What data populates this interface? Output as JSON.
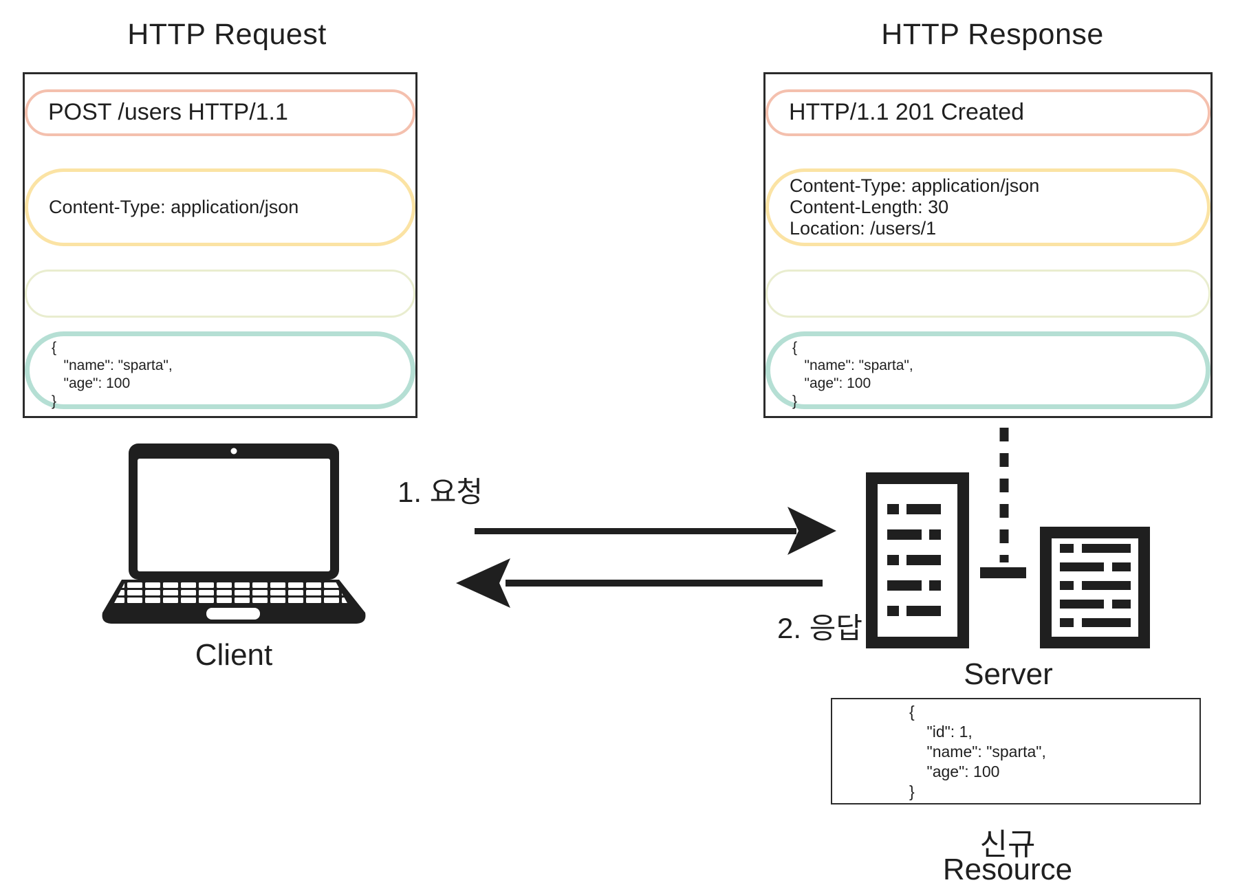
{
  "request": {
    "title": "HTTP Request",
    "start_line": "POST /users HTTP/1.1",
    "header_line": "Content-Type: application/json",
    "body": "{\n   \"name\": \"sparta\",\n   \"age\": 100\n}"
  },
  "response": {
    "title": "HTTP Response",
    "status_line": "HTTP/1.1 201 Created",
    "headers": [
      "Content-Type: application/json",
      "Content-Length: 30",
      "Location: /users/1"
    ],
    "body": "{\n   \"name\": \"sparta\",\n   \"age\": 100\n}"
  },
  "flow": {
    "request_label": "1. 요청",
    "response_label": "2. 응답"
  },
  "client": {
    "label": "Client"
  },
  "server": {
    "label": "Server"
  },
  "resource": {
    "body": "{\n    \"id\": 1,\n    \"name\": \"sparta\",\n    \"age\": 100\n}",
    "label_line1": "신규",
    "label_line2": "Resource"
  },
  "colors": {
    "start_line_border": "#f4c0ae",
    "header_border": "#fbe3a4",
    "blank_border": "#e9edcf",
    "body_border": "#b5dfd4",
    "ink": "#1f1f1f",
    "box_border": "#2b2b2b"
  }
}
